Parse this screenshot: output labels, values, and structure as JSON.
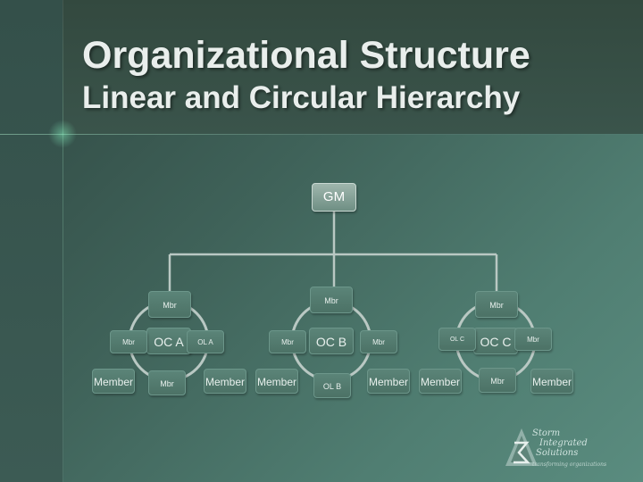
{
  "slide": {
    "title": "Organizational Structure",
    "subtitle": "Linear and Circular Hierarchy"
  },
  "org_chart": {
    "root": "GM",
    "groups": [
      {
        "top": "Mbr",
        "center": "OC A",
        "left": "Mbr",
        "right": "OL A",
        "bottom": "Mbr",
        "members": [
          "Member",
          "Member"
        ]
      },
      {
        "top": "Mbr",
        "center": "OC B",
        "left": "Mbr",
        "right": "Mbr",
        "bottom": "OL B",
        "members": [
          "Member",
          "Member"
        ]
      },
      {
        "top": "Mbr",
        "center": "OC C",
        "left": "OL C",
        "right": "Mbr",
        "bottom": "Mbr",
        "members": [
          "Member",
          "Member"
        ]
      }
    ]
  },
  "logo": {
    "line1": "Storm",
    "line2": "Integrated",
    "line3": "Solutions",
    "tagline": "transforming organizations"
  },
  "colors": {
    "background": "#3f6259",
    "box_fill": "#5b8478",
    "root_fill": "#9fb6ad",
    "connector": "#b9c8c3",
    "text": "#e9eeec"
  }
}
